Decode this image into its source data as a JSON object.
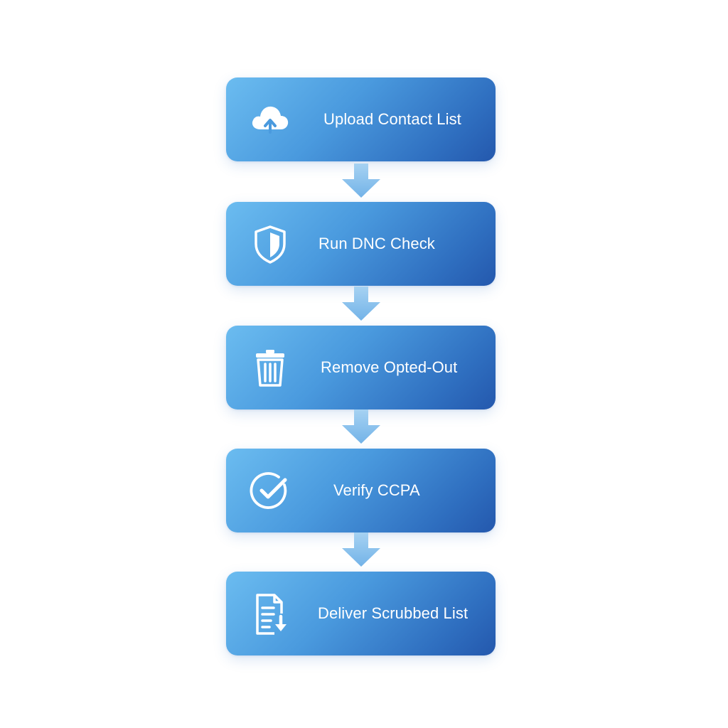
{
  "steps": [
    {
      "label": "Upload Contact List",
      "icon": "cloud-upload-icon"
    },
    {
      "label": "Run DNC Check",
      "icon": "shield-icon"
    },
    {
      "label": "Remove Opted-Out",
      "icon": "trash-icon"
    },
    {
      "label": "Verify CCPA",
      "icon": "check-circle-icon"
    },
    {
      "label": "Deliver Scrubbed List",
      "icon": "document-download-icon"
    }
  ],
  "colors": {
    "box_gradient_start": "#6bbcf0",
    "box_gradient_end": "#2458ad",
    "arrow": "#7fbcec",
    "background": "#ffffff",
    "text": "#ffffff"
  }
}
